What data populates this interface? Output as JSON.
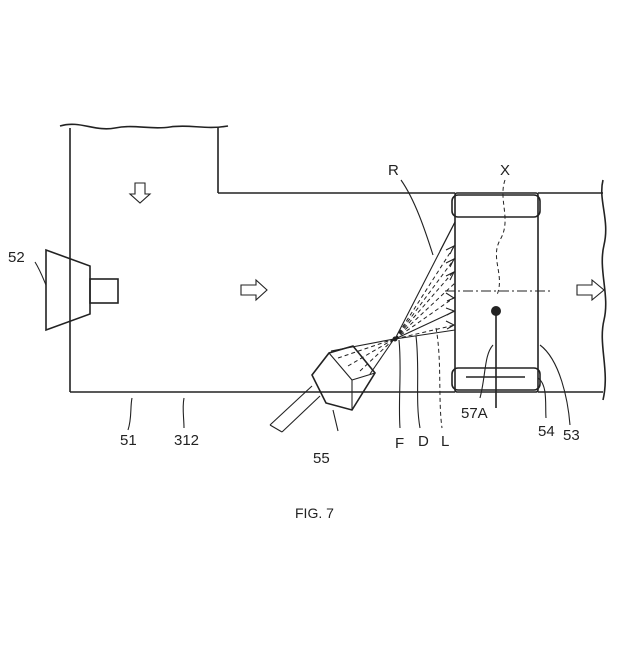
{
  "figure": {
    "caption": "FIG. 7",
    "labels": {
      "l51": "51",
      "l312": "312",
      "l52": "52",
      "l55": "55",
      "lF": "F",
      "lD": "D",
      "lL": "L",
      "lR": "R",
      "lX": "X",
      "l57A": "57A",
      "l54": "54",
      "l53": "53"
    }
  }
}
